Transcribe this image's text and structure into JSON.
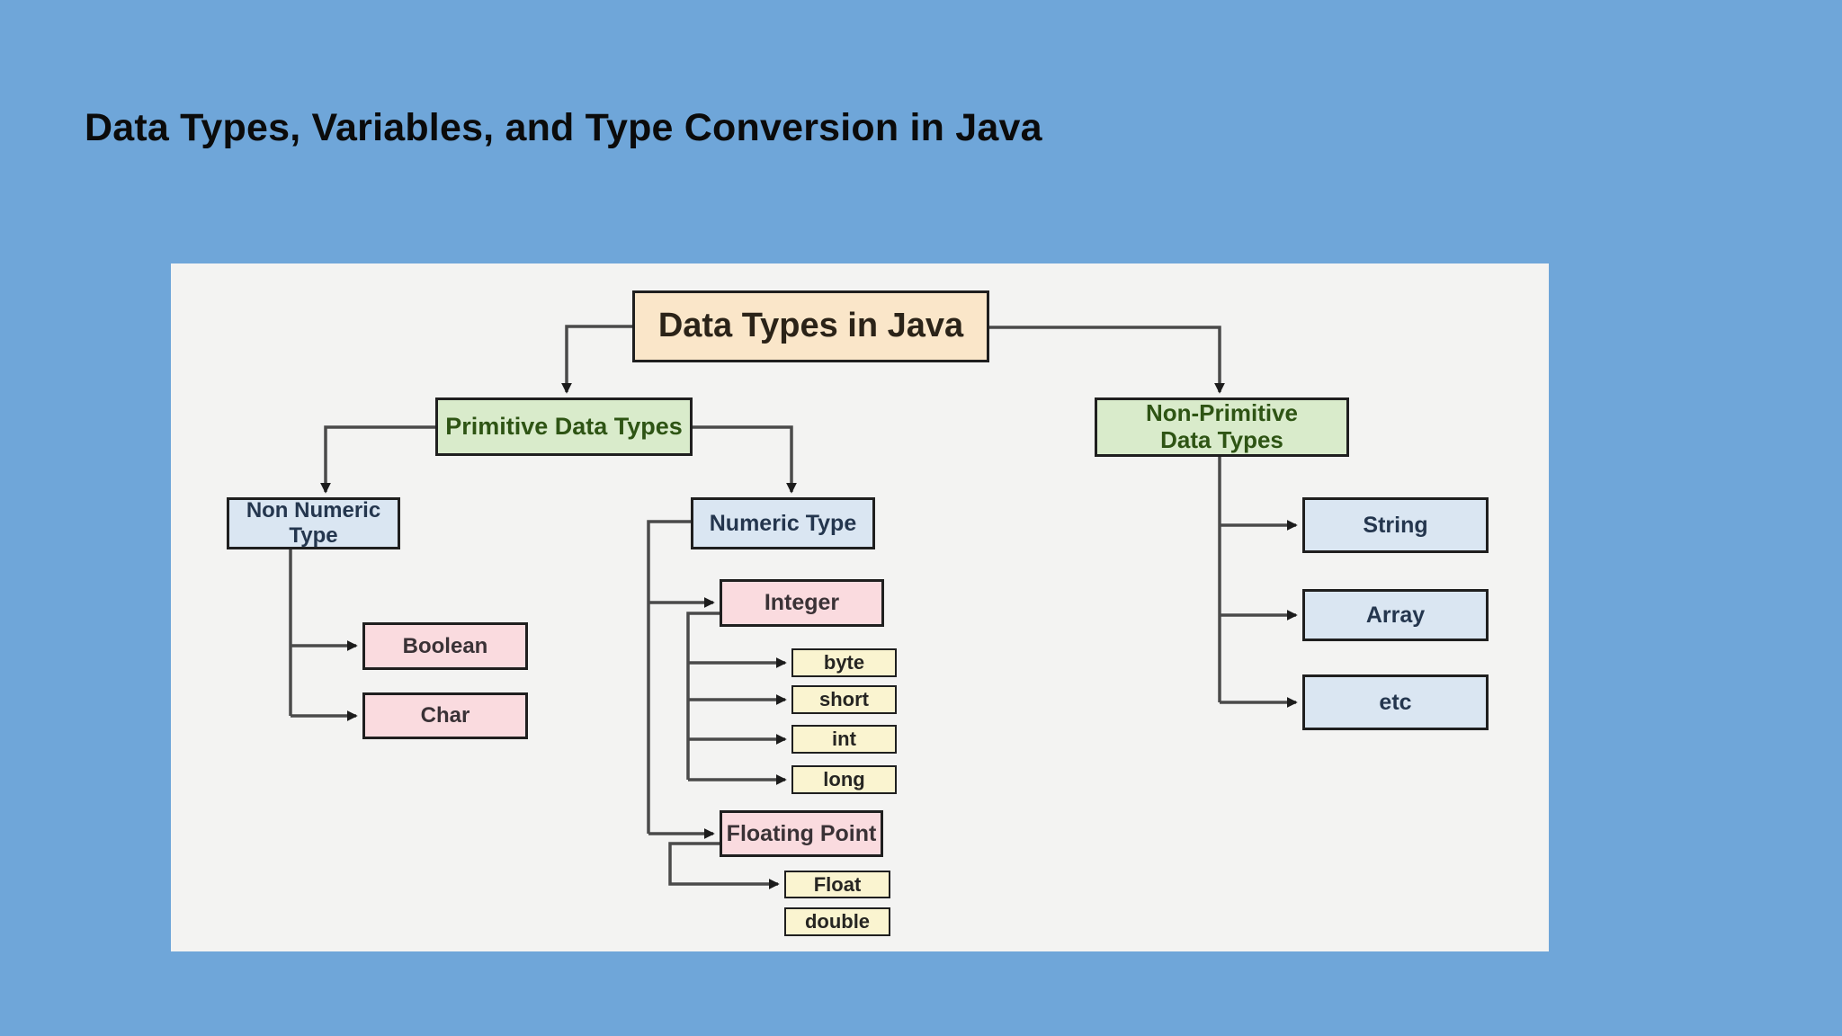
{
  "slide": {
    "title": "Data Types, Variables, and Type Conversion in Java"
  },
  "colors": {
    "slide_background": "#6FA6D9",
    "panel_background": "#F3F3F2",
    "root_fill": "#FAE6C9",
    "category_fill": "#D9EBCB",
    "category_text": "#2E5414",
    "type_fill": "#DAE6F2",
    "type_text": "#24364E",
    "subtype_fill": "#FADBDF",
    "leaf_fill": "#FAF4D0",
    "connector": "#4A4A4A",
    "box_border": "#1F1F1F"
  },
  "diagram": {
    "root": "Data Types in Java",
    "primitive": "Primitive Data Types",
    "non_primitive": "Non-Primitive Data Types",
    "non_numeric": "Non Numeric Type",
    "numeric": "Numeric Type",
    "boolean": "Boolean",
    "char": "Char",
    "integer": "Integer",
    "integer_types": [
      "byte",
      "short",
      "int",
      "long"
    ],
    "floating": "Floating Point",
    "floating_types": [
      "Float",
      "double"
    ],
    "non_primitive_types": [
      "String",
      "Array",
      "etc"
    ]
  }
}
